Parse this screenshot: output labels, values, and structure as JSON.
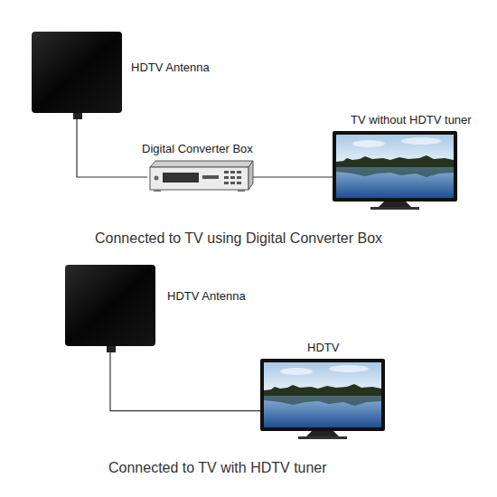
{
  "diagram": {
    "nodes": [
      {
        "text": [
          "HDTV Antenna"
        ]
      },
      {
        "text": [
          "Digital Converter Box"
        ]
      },
      {
        "text": [
          "TV without HDTV tuner"
        ]
      },
      {
        "text": [
          "HDTV Antenna"
        ]
      },
      {
        "text": [
          "HDTV"
        ]
      }
    ],
    "edges": [
      {
        "from": 0,
        "to": 1,
        "arrow": "none"
      },
      {
        "from": 1,
        "to": 2,
        "arrow": "none"
      },
      {
        "from": 3,
        "to": 4,
        "arrow": "none"
      }
    ],
    "labels": [
      "Connected to TV using Digital Converter Box",
      "Connected to TV with HDTV tuner"
    ]
  }
}
